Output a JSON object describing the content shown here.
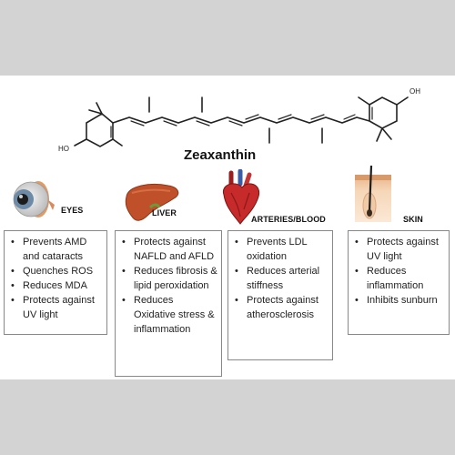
{
  "molecule": {
    "name": "Zeaxanthin",
    "atom_left": "HO",
    "atom_right": "OH"
  },
  "organs": [
    {
      "key": "eyes",
      "label": "EYES",
      "items": [
        "Prevents AMD and cataracts",
        "Quenches ROS",
        "Reduces MDA",
        "Protects against UV light"
      ]
    },
    {
      "key": "liver",
      "label": "LIVER",
      "items": [
        "Protects against NAFLD and AFLD",
        "Reduces fibrosis & lipid peroxidation",
        "Reduces Oxidative stress & inflammation"
      ]
    },
    {
      "key": "arteries",
      "label": "ARTERIES/BLOOD",
      "items": [
        "Prevents LDL oxidation",
        "Reduces arterial stiffness",
        "Protects against atherosclerosis"
      ]
    },
    {
      "key": "skin",
      "label": "SKIN",
      "items": [
        "Protects against UV light",
        "Reduces inflammation",
        "Inhibits sunburn"
      ]
    }
  ],
  "icons": {
    "eyes": "eye-icon",
    "liver": "liver-icon",
    "arteries": "heart-icon",
    "skin": "skin-hair-follicle-icon"
  }
}
